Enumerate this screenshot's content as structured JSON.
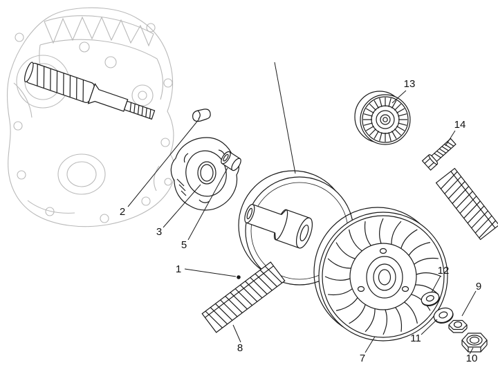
{
  "diagram": {
    "background_color": "#ffffff",
    "ink_color": "#1a1a1a",
    "ghost_color": "#b9b9b9",
    "callouts": [
      {
        "label": "1"
      },
      {
        "label": "2"
      },
      {
        "label": "3"
      },
      {
        "label": "5"
      },
      {
        "label": "7"
      },
      {
        "label": "8"
      },
      {
        "label": "9"
      },
      {
        "label": "10"
      },
      {
        "label": "11"
      },
      {
        "label": "12"
      },
      {
        "label": "13"
      },
      {
        "label": "14"
      }
    ]
  }
}
